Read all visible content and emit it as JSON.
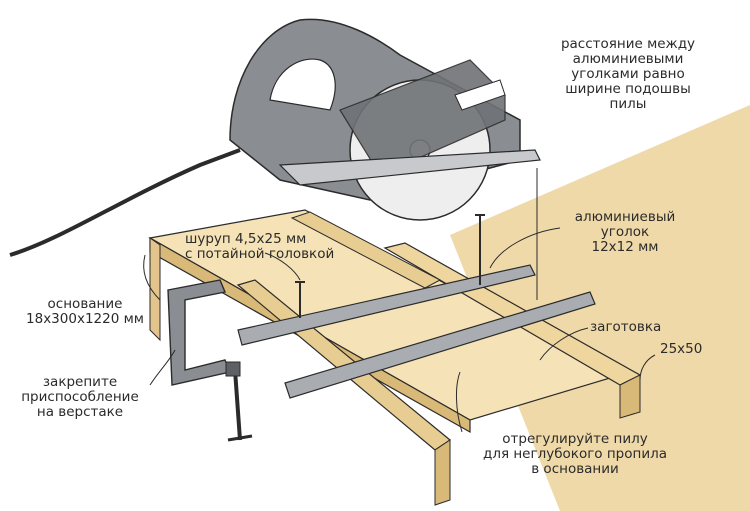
{
  "labels": {
    "saw_base_distance": "расстояние между\nалюминиевыми\nуголками равно\nширине подошвы\nпилы",
    "aluminum_angle": "алюминиевый\nуголок\n12x12 мм",
    "screw": "шуруп 4,5x25 мм\nс потайной головкой",
    "base": "основание\n18x300x1220 мм",
    "workpiece": "заготовка",
    "board_size": "25x50",
    "clamp_instruction": "закрепите\nприспособление\nна верстаке",
    "saw_depth": "отрегулируйте пилу\nдля неглубокого пропила\nв основании"
  },
  "colors": {
    "wood": "#f0d9a8",
    "wood_dark": "#d9b978",
    "outline": "#2b2b2b",
    "saw_body": "#8a8d91",
    "saw_dark": "#5d6064",
    "aluminum": "#a9adb1",
    "blade": "#eeeeee"
  }
}
